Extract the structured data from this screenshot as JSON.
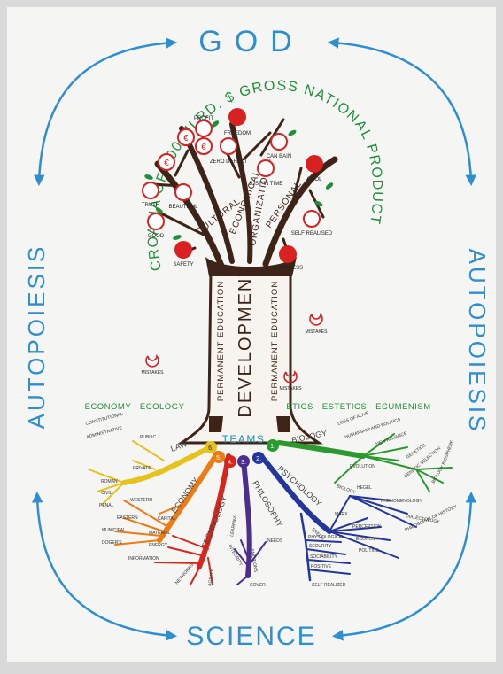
{
  "frame": {
    "top": "GOD",
    "bottom": "SCIENCE",
    "left": "AUTOPOIESIS",
    "right": "AUTOPOIESIS"
  },
  "canopy_arc": "CROATIA OF 100 MLRD. $ GROSS NATIONAL PRODUCT",
  "trunk": {
    "main": "DEVELOPMENT",
    "side_left": "PERMANENT EDUCATION",
    "side_right": "PERMANENT EDUCATION"
  },
  "branches": {
    "cultural": "CULTURAL",
    "economical": "ECONOMICAL",
    "organizational": "ORGANIZATIONAL",
    "personal": "PERSONAL"
  },
  "apples": {
    "profit": "PROFIT",
    "freedom": "FREEDOM",
    "can_bain": "CAN BAIN",
    "zero_defect": "ZERO DEFECT",
    "just_in_time": "JUST IN TIME",
    "cool": "COOL",
    "truth": "TRUTH",
    "beautiful": "BEAUTIFUL",
    "good": "GOOD",
    "safety": "SAFETY",
    "self_realised": "SELF REALISED",
    "happiness": "HAPPINESS"
  },
  "mistakes": [
    "MISTAKES",
    "MISTAKES",
    "MISTAKES"
  ],
  "mid_labels": {
    "left": "ECONOMY - ECOLOGY",
    "right": "ETICS - ESTETICS - ECUMENISM"
  },
  "roots_center": "TEAMS",
  "roots": {
    "law": {
      "num": "6.",
      "label": "LAW",
      "items": [
        "CONSTITUTIONAL",
        "ADMINISTRATIVE",
        "PUBLIC",
        "PRIVATE",
        "ROMAN",
        "CIVIL",
        "PENAL"
      ]
    },
    "economy": {
      "num": "5.",
      "label": "ECONOMY",
      "items": [
        "WESTERN",
        "EASTERN",
        "MUNICIPAL",
        "CAPITAL",
        "DOGER'S"
      ]
    },
    "technology": {
      "num": "4.",
      "label": "TECHNOLOGY",
      "items": [
        "MATERIAL",
        "ENERGY",
        "INFORMATION",
        "NETWORKS",
        "AGILITY"
      ]
    },
    "philosophy": {
      "num": "3.",
      "label": "PHILOSOPHY",
      "items": [
        "LEARNING",
        "INTEGRITY",
        "EMOTIONS",
        "COVER",
        "NEEDS"
      ]
    },
    "psychology": {
      "num": "2.",
      "label": "PSYCHOLOGY",
      "items": [
        "HEGEL",
        "PHENOMENOLOGY",
        "DIALECTOLOGY",
        "PHILOSOPHY OF HISTORY",
        "MARX",
        "PERCEPTION",
        "ECONOMY",
        "POLITICS",
        "FREUD",
        "PHYSIOLOGICAL",
        "SECURITY",
        "SOCIABILITY",
        "POSITIVE",
        "SELF REALIZED"
      ]
    },
    "biology": {
      "num": "1.",
      "label": "BIOLOGY",
      "items": [
        "LOSS OF ALIVE",
        "HUMANSHIP AND BOLITICS",
        "NEW ALLIANCE",
        "EVOLUTION",
        "GENETICS",
        "GENETIC SELECTION",
        "BIOLOGY",
        "BIOLOGY",
        "BIOSPHERE"
      ]
    }
  },
  "colors": {
    "background": "#f5f5f3",
    "frame_blue": "#2e8fd0",
    "trunk_brown": "#3e2418",
    "canopy_green": "#1f8f3a",
    "apple_red": "#d92121",
    "law_yellow": "#e6c21c",
    "economy_orange": "#ee7a12",
    "technology_red": "#d8261c",
    "philosophy_purple": "#4b2f8f",
    "psychology_blue": "#22369b",
    "biology_green": "#2b9a2e"
  }
}
